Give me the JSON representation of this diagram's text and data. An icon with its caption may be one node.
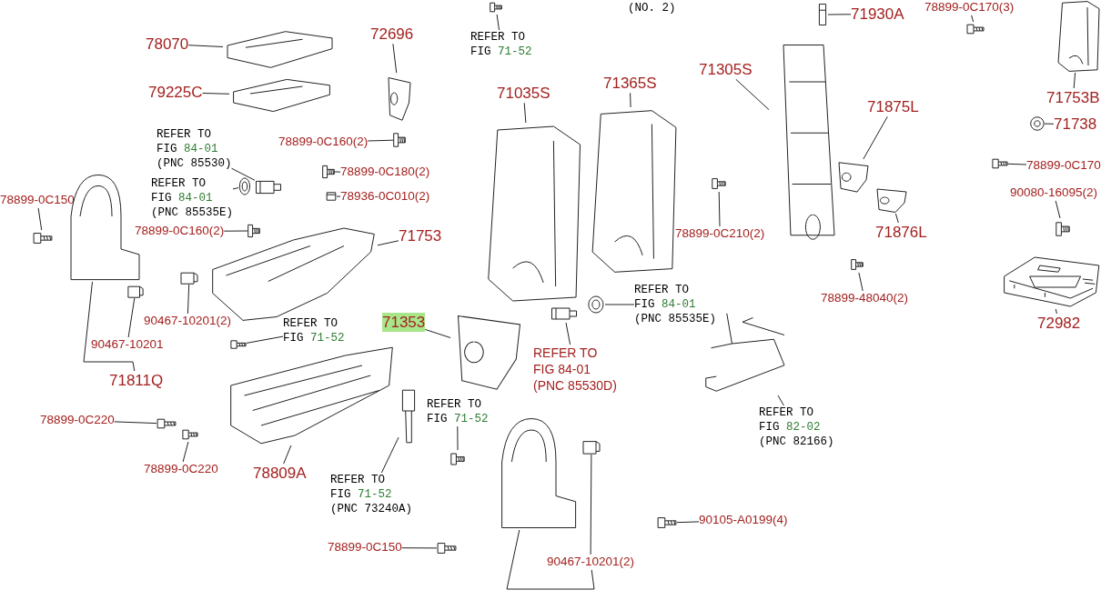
{
  "diagram": {
    "nodes": [
      {
        "text": [
          "78070"
        ]
      },
      {
        "text": [],
        "shape": "picture"
      },
      {
        "text": [
          "79225C"
        ]
      },
      {
        "text": [],
        "shape": "picture"
      },
      {
        "text": [
          "72696"
        ]
      },
      {
        "text": [],
        "shape": "picture"
      },
      {
        "text": [
          "REFER TO",
          "FIG 71-52"
        ]
      },
      {
        "text": [],
        "shape": "picture"
      },
      {
        "text": [
          "71930A"
        ]
      },
      {
        "text": [],
        "shape": "picture"
      },
      {
        "text": [
          "78899-0C170(3)"
        ]
      },
      {
        "text": [],
        "shape": "picture"
      },
      {
        "text": [
          "71305S"
        ]
      },
      {
        "text": [],
        "shape": "picture"
      },
      {
        "text": [
          "71753B"
        ]
      },
      {
        "text": [],
        "shape": "picture"
      },
      {
        "text": [
          "71738"
        ]
      },
      {
        "text": [],
        "shape": "picture"
      },
      {
        "text": [
          "71875L"
        ]
      },
      {
        "text": [],
        "shape": "picture"
      },
      {
        "text": [
          "71876L"
        ]
      },
      {
        "text": [],
        "shape": "picture"
      },
      {
        "text": [
          "78899-0C170"
        ]
      },
      {
        "text": [],
        "shape": "picture"
      },
      {
        "text": [
          "90080-16095(2)"
        ]
      },
      {
        "text": [],
        "shape": "picture"
      },
      {
        "text": [
          "72982"
        ]
      },
      {
        "text": [],
        "shape": "picture"
      },
      {
        "text": [
          "78899-0C210(2)"
        ]
      },
      {
        "text": [],
        "shape": "picture"
      },
      {
        "text": [
          "78899-48040(2)"
        ]
      },
      {
        "text": [],
        "shape": "picture"
      },
      {
        "text": [
          "71035S"
        ]
      },
      {
        "text": [],
        "shape": "picture"
      },
      {
        "text": [
          "71365S"
        ]
      },
      {
        "text": [],
        "shape": "picture"
      },
      {
        "text": [
          "REFER TO",
          "FIG 84-01",
          "(PNC 85530)"
        ]
      },
      {
        "text": [],
        "shape": "picture"
      },
      {
        "text": [
          "REFER TO",
          "FIG 84-01",
          "(PNC 85535E)"
        ]
      },
      {
        "text": [],
        "shape": "picture"
      },
      {
        "text": [
          "78899-0C180(2)"
        ]
      },
      {
        "text": [],
        "shape": "picture"
      },
      {
        "text": [
          "78936-0C010(2)"
        ]
      },
      {
        "text": [],
        "shape": "picture"
      },
      {
        "text": [
          "78899-0C160(2)"
        ]
      },
      {
        "text": [],
        "shape": "picture"
      },
      {
        "text": [
          "78899-0C160(2)"
        ]
      },
      {
        "text": [],
        "shape": "picture"
      },
      {
        "text": [
          "71753"
        ]
      },
      {
        "text": [],
        "shape": "picture"
      },
      {
        "text": [
          "78899-0C150"
        ]
      },
      {
        "text": [],
        "shape": "picture"
      },
      {
        "text": [
          "90467-10201(2)"
        ]
      },
      {
        "text": [],
        "shape": "picture"
      },
      {
        "text": [
          "90467-10201"
        ]
      },
      {
        "text": [],
        "shape": "picture"
      },
      {
        "text": [
          "71811Q"
        ]
      },
      {
        "text": [],
        "shape": "picture"
      },
      {
        "text": [
          "71353"
        ]
      },
      {
        "text": [],
        "shape": "picture"
      },
      {
        "text": [
          "REFER TO",
          "FIG 84-01",
          "(PNC 85535E)"
        ]
      },
      {
        "text": [],
        "shape": "picture"
      },
      {
        "text": [
          "REFER TO",
          "FIG 84-01",
          "(PNC 85530D)"
        ]
      },
      {
        "text": [],
        "shape": "picture"
      },
      {
        "text": [
          "REFER TO",
          "FIG 71-52"
        ]
      },
      {
        "text": [],
        "shape": "picture"
      },
      {
        "text": [
          "78899-0C220"
        ]
      },
      {
        "text": [],
        "shape": "picture"
      },
      {
        "text": [
          "78899-0C220"
        ]
      },
      {
        "text": [],
        "shape": "picture"
      },
      {
        "text": [
          "78809A"
        ]
      },
      {
        "text": [],
        "shape": "picture"
      },
      {
        "text": [
          "REFER TO",
          "FIG 71-52"
        ]
      },
      {
        "text": [],
        "shape": "picture"
      },
      {
        "text": [
          "REFER TO",
          "FIG 71-52",
          "(PNC 73240A)"
        ]
      },
      {
        "text": [],
        "shape": "picture"
      },
      {
        "text": [
          "REFER TO",
          "FIG 82-02",
          "(PNC 82166)"
        ]
      },
      {
        "text": [],
        "shape": "picture"
      },
      {
        "text": [
          "90105-A0199(4)"
        ]
      },
      {
        "text": [],
        "shape": "picture"
      },
      {
        "text": [
          "78899-0C150"
        ]
      },
      {
        "text": [],
        "shape": "picture"
      },
      {
        "text": [
          "90467-10201(2)"
        ]
      },
      {
        "text": [],
        "shape": "picture"
      },
      {
        "text": [],
        "shape": "picture"
      }
    ],
    "edges": [
      {
        "from": 0,
        "to": 1,
        "arrow": "none"
      },
      {
        "from": 2,
        "to": 3,
        "arrow": "none"
      },
      {
        "from": 4,
        "to": 5,
        "arrow": "none"
      },
      {
        "from": 6,
        "to": 7,
        "arrow": "none"
      },
      {
        "from": 8,
        "to": 9,
        "arrow": "none"
      },
      {
        "from": 10,
        "to": 11,
        "arrow": "none"
      },
      {
        "from": 12,
        "to": 13,
        "arrow": "none"
      },
      {
        "from": 14,
        "to": 15,
        "arrow": "none"
      },
      {
        "from": 16,
        "to": 17,
        "arrow": "none"
      },
      {
        "from": 18,
        "to": 19,
        "arrow": "none"
      },
      {
        "from": 20,
        "to": 21,
        "arrow": "none"
      },
      {
        "from": 22,
        "to": 23,
        "arrow": "none"
      },
      {
        "from": 24,
        "to": 25,
        "arrow": "none"
      },
      {
        "from": 26,
        "to": 27,
        "arrow": "none"
      },
      {
        "from": 28,
        "to": 29,
        "arrow": "none"
      },
      {
        "from": 30,
        "to": 31,
        "arrow": "none"
      },
      {
        "from": 32,
        "to": 33,
        "arrow": "none"
      },
      {
        "from": 34,
        "to": 35,
        "arrow": "none"
      },
      {
        "from": 36,
        "to": 37,
        "arrow": "none"
      },
      {
        "from": 38,
        "to": 39,
        "arrow": "none"
      },
      {
        "from": 40,
        "to": 41,
        "arrow": "none"
      },
      {
        "from": 42,
        "to": 43,
        "arrow": "none"
      },
      {
        "from": 44,
        "to": 45,
        "arrow": "none"
      },
      {
        "from": 46,
        "to": 47,
        "arrow": "none"
      },
      {
        "from": 48,
        "to": 49,
        "arrow": "none"
      },
      {
        "from": 50,
        "to": 51,
        "arrow": "none"
      },
      {
        "from": 52,
        "to": 53,
        "arrow": "none"
      },
      {
        "from": 54,
        "to": 55,
        "arrow": "none"
      },
      {
        "from": 56,
        "to": 57,
        "arrow": "none"
      },
      {
        "from": 58,
        "to": 59,
        "arrow": "none"
      },
      {
        "from": 60,
        "to": 61,
        "arrow": "none"
      },
      {
        "from": 62,
        "to": 63,
        "arrow": "none"
      },
      {
        "from": 64,
        "to": 65,
        "arrow": "none"
      },
      {
        "from": 66,
        "to": 67,
        "arrow": "none"
      },
      {
        "from": 68,
        "to": 69,
        "arrow": "none"
      },
      {
        "from": 70,
        "to": 71,
        "arrow": "none"
      },
      {
        "from": 72,
        "to": 73,
        "arrow": "none"
      },
      {
        "from": 74,
        "to": 75,
        "arrow": "none"
      },
      {
        "from": 76,
        "to": 77,
        "arrow": "none"
      },
      {
        "from": 78,
        "to": 79,
        "arrow": "none"
      },
      {
        "from": 80,
        "to": 81,
        "arrow": "none"
      },
      {
        "from": 82,
        "to": 83,
        "arrow": "none"
      },
      {
        "from": 82,
        "to": 84,
        "arrow": "none"
      }
    ],
    "labels": [
      "(NO. 2)"
    ]
  }
}
